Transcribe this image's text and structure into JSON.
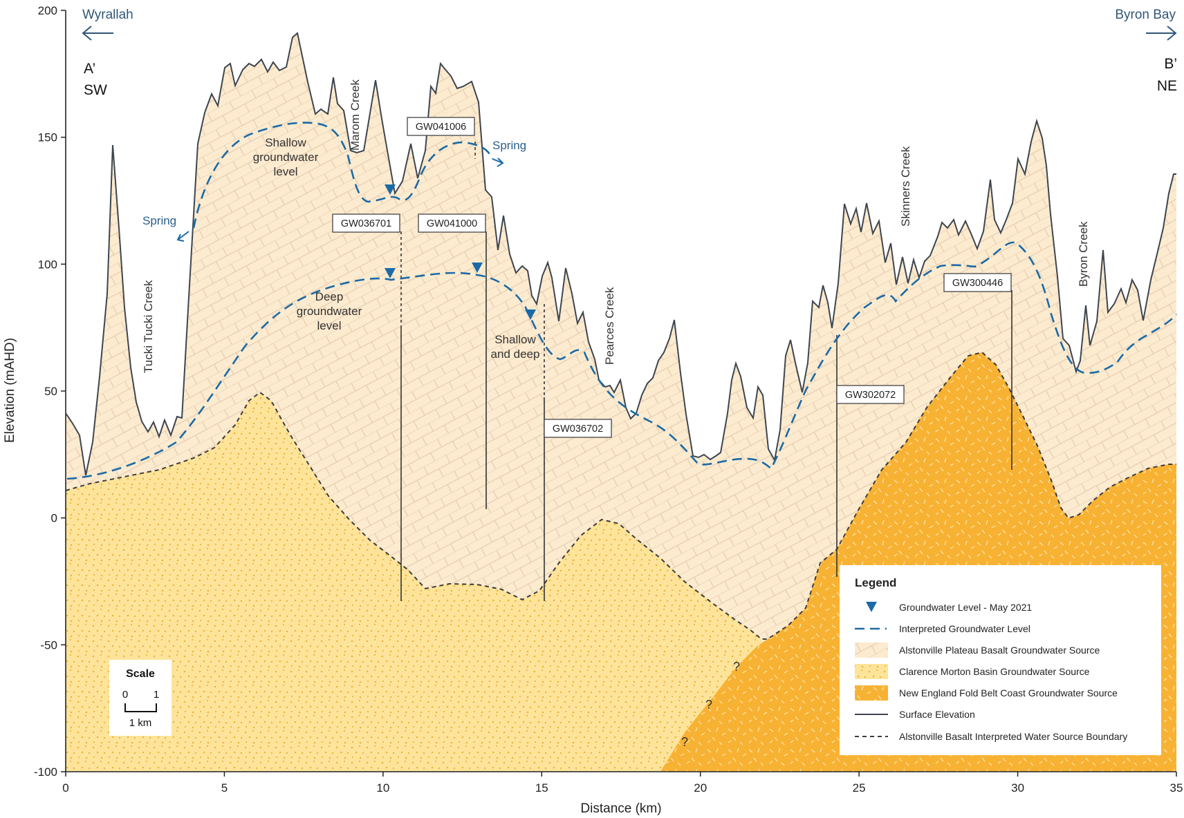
{
  "figure": {
    "y_axis_label": "Elevation (mAHD)",
    "x_axis_label": "Distance (km)",
    "y_ticks": [
      "200",
      "150",
      "100",
      "50",
      "0",
      "-50",
      "-100"
    ],
    "x_ticks": [
      "0",
      "5",
      "10",
      "15",
      "20",
      "25",
      "30",
      "35"
    ],
    "left_direction": "Wyrallah",
    "right_direction": "Byron Bay",
    "left_section_code": "A’",
    "left_orientation": "SW",
    "right_section_code": "B’",
    "right_orientation": "NE"
  },
  "creeks": {
    "tucki": "Tucki Tucki Creek",
    "marom": "Marom Creek",
    "pearces": "Pearces Creek",
    "skinners": "Skinners Creek",
    "byron": "Byron Creek"
  },
  "annotations": {
    "shallow_1": "Shallow",
    "shallow_2": "groundwater",
    "shallow_3": "level",
    "deep_1": "Deep",
    "deep_2": "groundwater",
    "deep_3": "level",
    "both_1": "Shallow",
    "both_2": "and deep",
    "spring_left": "Spring",
    "spring_right": "Spring",
    "uncertain_mark": "?"
  },
  "wells": {
    "gw041006": "GW041006",
    "gw036701": "GW036701",
    "gw041000": "GW041000",
    "gw036702": "GW036702",
    "gw302072": "GW302072",
    "gw300446": "GW300446"
  },
  "legend": {
    "title": "Legend",
    "items": [
      "Groundwater Level - May 2021",
      "Interpreted Groundwater Level",
      "Alstonville Plateau Basalt Groundwater Source",
      "Clarence Morton Basin Groundwater Source",
      "New England Fold Belt Coast Groundwater Source",
      "Surface Elevation",
      "Alstonville Basalt Interpreted Water Source Boundary"
    ]
  },
  "scale": {
    "title": "Scale",
    "zero": "0",
    "one": "1",
    "unit": "1 km"
  },
  "colors": {
    "basalt_fill": "#fcebcf",
    "basalt_hatch": "#e8cdb3",
    "clarence_fill": "#fde49a",
    "clarence_dots": "#f0b33f",
    "fold_belt_fill": "#f8b233",
    "fold_belt_marks": "#fde6b0",
    "groundwater_line": "#1b6aa6",
    "surface_line": "#3d4550",
    "boundary_line": "#3c3c3c"
  }
}
